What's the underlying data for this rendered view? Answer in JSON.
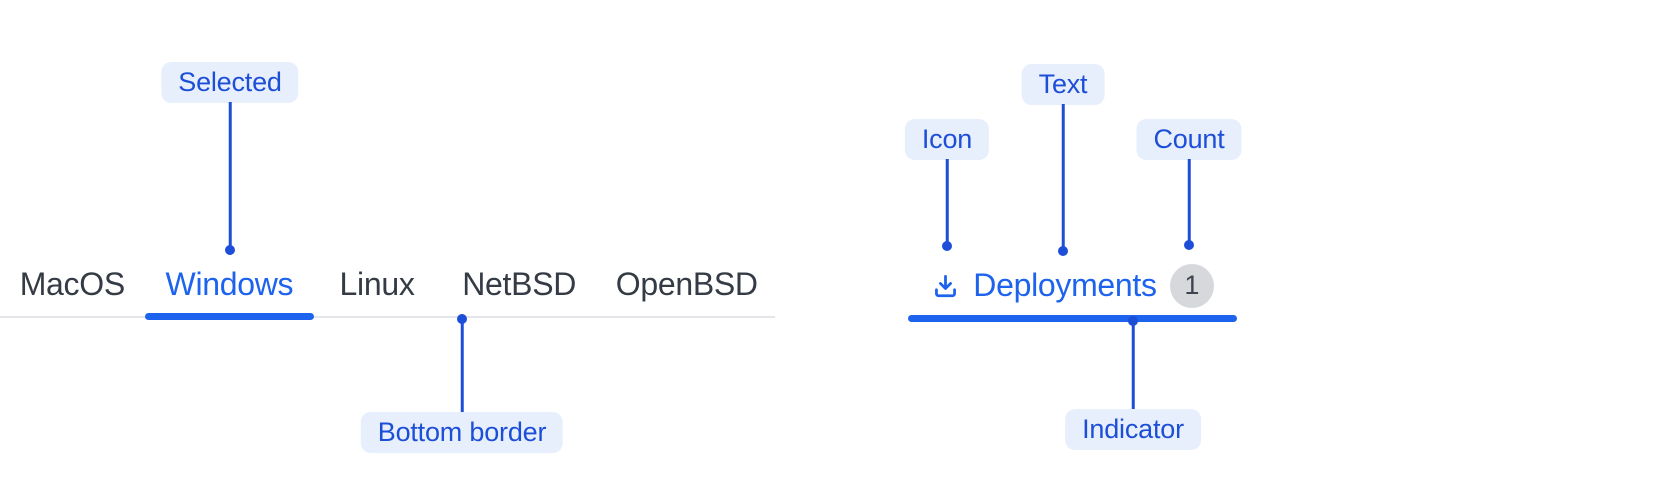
{
  "colors": {
    "accent": "#1d63ed",
    "annotation": "#1d4ed8",
    "annotation_bg": "#e8effc",
    "tab_text": "#343b45",
    "tab_border": "#e4e6e9",
    "badge_bg": "#d6d8db",
    "badge_text": "#3f454e"
  },
  "os_tabs": {
    "items": [
      {
        "label": "MacOS",
        "selected": false
      },
      {
        "label": "Windows",
        "selected": true
      },
      {
        "label": "Linux",
        "selected": false
      },
      {
        "label": "NetBSD",
        "selected": false
      },
      {
        "label": "OpenBSD",
        "selected": false
      }
    ]
  },
  "deployments_tab": {
    "icon": "download-icon",
    "label": "Deployments",
    "count": "1"
  },
  "annotations": {
    "selected": {
      "label": "Selected"
    },
    "bottom_border": {
      "label": "Bottom border"
    },
    "icon": {
      "label": "Icon"
    },
    "text": {
      "label": "Text"
    },
    "count": {
      "label": "Count"
    },
    "indicator": {
      "label": "Indicator"
    }
  }
}
